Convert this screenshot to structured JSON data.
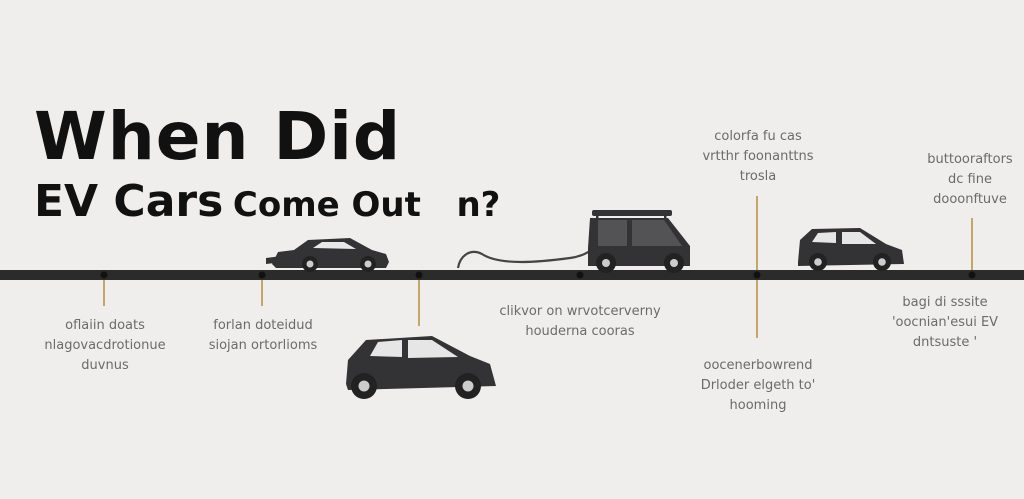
{
  "title": {
    "line1": "When Did",
    "line2_big": "EV Cars",
    "line2_small": "Come Out",
    "line2_end": "n?"
  },
  "labels": [
    {
      "id": "label-1",
      "text": "oflaiin doats\nnlagovacdrotionue\nduvnus"
    },
    {
      "id": "label-2",
      "text": "forlan doteidud\nsiojan ortorlioms"
    },
    {
      "id": "label-3",
      "text": "clikvor on wrvotcerverny\nhouderna cooras"
    },
    {
      "id": "label-4",
      "text": "colorfa fu cas\nvrtthr foonanttns\ntrosla"
    },
    {
      "id": "label-5",
      "text": "oocenerbowrend\nDrloder elgeth to'\nhooming"
    },
    {
      "id": "label-6",
      "text": "buttooraftors\ndc fine\ndooonftuve"
    },
    {
      "id": "label-7",
      "text": "bagi di sssite\n'oocnian'esui EV\ndntsuste '"
    }
  ],
  "colors": {
    "background": "#efeeec",
    "timeline": "#2b2b2b",
    "tick": "#c4a56a",
    "car": "#333336"
  }
}
